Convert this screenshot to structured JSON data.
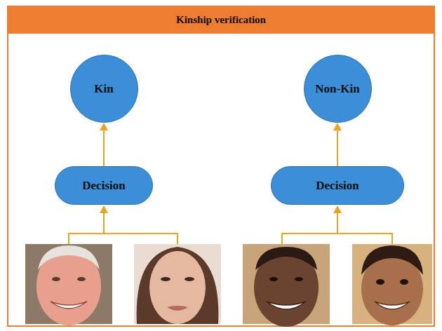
{
  "diagram": {
    "title": "Kinship verification",
    "nodes": [
      {
        "text": [
          "Kin"
        ]
      },
      {
        "text": [
          "Non-Kin"
        ]
      },
      {
        "text": [
          "Decision"
        ]
      },
      {
        "text": [
          "Decision"
        ]
      }
    ],
    "edges": [
      {
        "from": 2,
        "to": 0,
        "arrow": "to"
      },
      {
        "from": 3,
        "to": 1,
        "arrow": "to"
      }
    ]
  }
}
